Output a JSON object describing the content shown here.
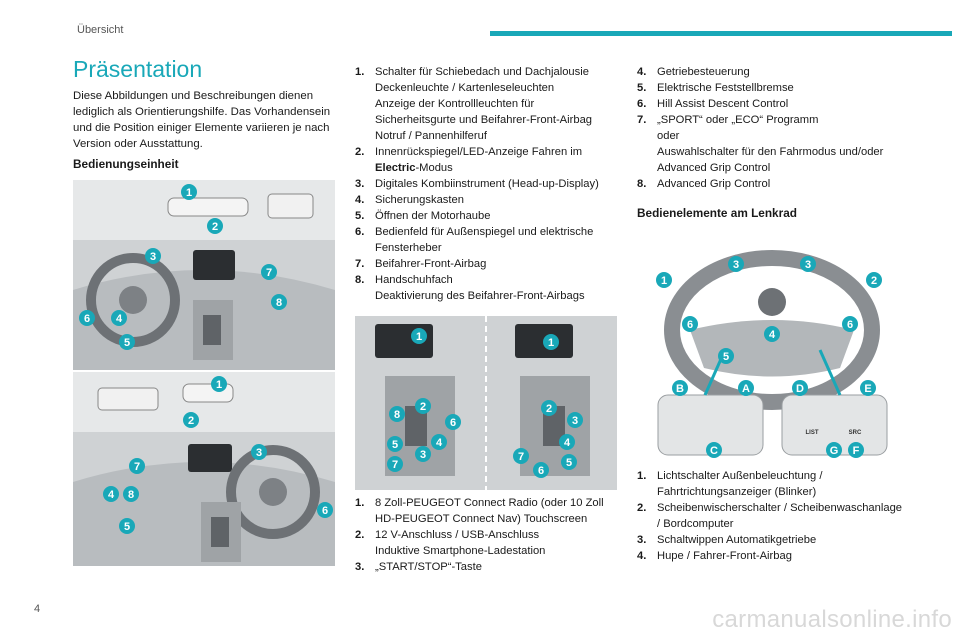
{
  "header": {
    "section": "Übersicht",
    "accent_color": "#19a8b8"
  },
  "title": "Präsentation",
  "intro": "Diese Abbildungen und Beschreibungen dienen lediglich als Orientierungshilfe. Das Vorhandensein und die Position einiger Elemente variieren je nach Version oder Ausstattung.",
  "section1_heading": "Bedienungseinheit",
  "list_a": [
    {
      "n": "1.",
      "lines": [
        "Schalter für Schiebedach und Dachjalousie",
        "Deckenleuchte / Kartenleseleuchten",
        "Anzeige der Kontrollleuchten für Sicherheitsgurte und Beifahrer-Front-Airbag",
        "Notruf / Pannenhilferuf"
      ]
    },
    {
      "n": "2.",
      "lines": [
        "Innenrückspiegel/LED-Anzeige Fahren im ",
        "Electric",
        "-Modus"
      ]
    },
    {
      "n": "3.",
      "lines": [
        "Digitales Kombiinstrument (Head-up-Display)"
      ]
    },
    {
      "n": "4.",
      "lines": [
        "Sicherungskasten"
      ]
    },
    {
      "n": "5.",
      "lines": [
        "Öffnen der Motorhaube"
      ]
    },
    {
      "n": "6.",
      "lines": [
        "Bedienfeld für Außenspiegel und elektrische Fensterheber"
      ]
    },
    {
      "n": "7.",
      "lines": [
        "Beifahrer-Front-Airbag"
      ]
    },
    {
      "n": "8.",
      "lines": [
        "Handschuhfach",
        "Deaktivierung des Beifahrer-Front-Airbags"
      ]
    }
  ],
  "list_b": [
    {
      "n": "1.",
      "lines": [
        "8 Zoll-PEUGEOT Connect Radio (oder 10 Zoll HD-PEUGEOT Connect Nav) Touchscreen"
      ]
    },
    {
      "n": "2.",
      "lines": [
        "12 V-Anschluss / USB-Anschluss",
        "Induktive Smartphone-Ladestation"
      ]
    },
    {
      "n": "3.",
      "lines": [
        "„START/STOP“-Taste"
      ]
    }
  ],
  "list_c": [
    {
      "n": "4.",
      "lines": [
        "Getriebesteuerung"
      ]
    },
    {
      "n": "5.",
      "lines": [
        "Elektrische Feststellbremse"
      ]
    },
    {
      "n": "6.",
      "lines": [
        "Hill Assist Descent Control"
      ]
    },
    {
      "n": "7.",
      "lines": [
        "„SPORT“ oder „ECO“ Programm",
        "oder",
        "Auswahlschalter für den Fahrmodus und/oder Advanced Grip Control"
      ]
    },
    {
      "n": "8.",
      "lines": [
        "Advanced Grip Control"
      ]
    }
  ],
  "section2_heading": "Bedienelemente am Lenkrad",
  "list_d": [
    {
      "n": "1.",
      "lines": [
        "Lichtschalter Außenbeleuchtung / Fahrtrichtungsanzeiger (Blinker)"
      ]
    },
    {
      "n": "2.",
      "lines": [
        "Scheibenwischerschalter / Scheibenwaschanlage / Bordcomputer"
      ]
    },
    {
      "n": "3.",
      "lines": [
        "Schaltwippen Automatikgetriebe"
      ]
    },
    {
      "n": "4.",
      "lines": [
        "Hupe / Fahrer-Front-Airbag"
      ]
    }
  ],
  "figures": {
    "fig1_labels": [
      "1",
      "2",
      "3",
      "7",
      "8",
      "6",
      "4",
      "5"
    ],
    "fig2_labels": [
      "1",
      "2",
      "3",
      "7",
      "4",
      "8",
      "5",
      "6"
    ],
    "fig3_labels": [
      "1",
      "8",
      "2",
      "6",
      "5",
      "4",
      "3",
      "7",
      "1",
      "3",
      "2",
      "4",
      "7",
      "5",
      "6"
    ],
    "fig4_labels": [
      "1",
      "3",
      "3",
      "2",
      "6",
      "6",
      "4",
      "5",
      "B",
      "A",
      "D",
      "E",
      "C",
      "G",
      "F"
    ],
    "button_texts": [
      "LIST",
      "SRC"
    ]
  },
  "footer": {
    "page_number": "4",
    "watermark": "carmanualsonline.info"
  }
}
